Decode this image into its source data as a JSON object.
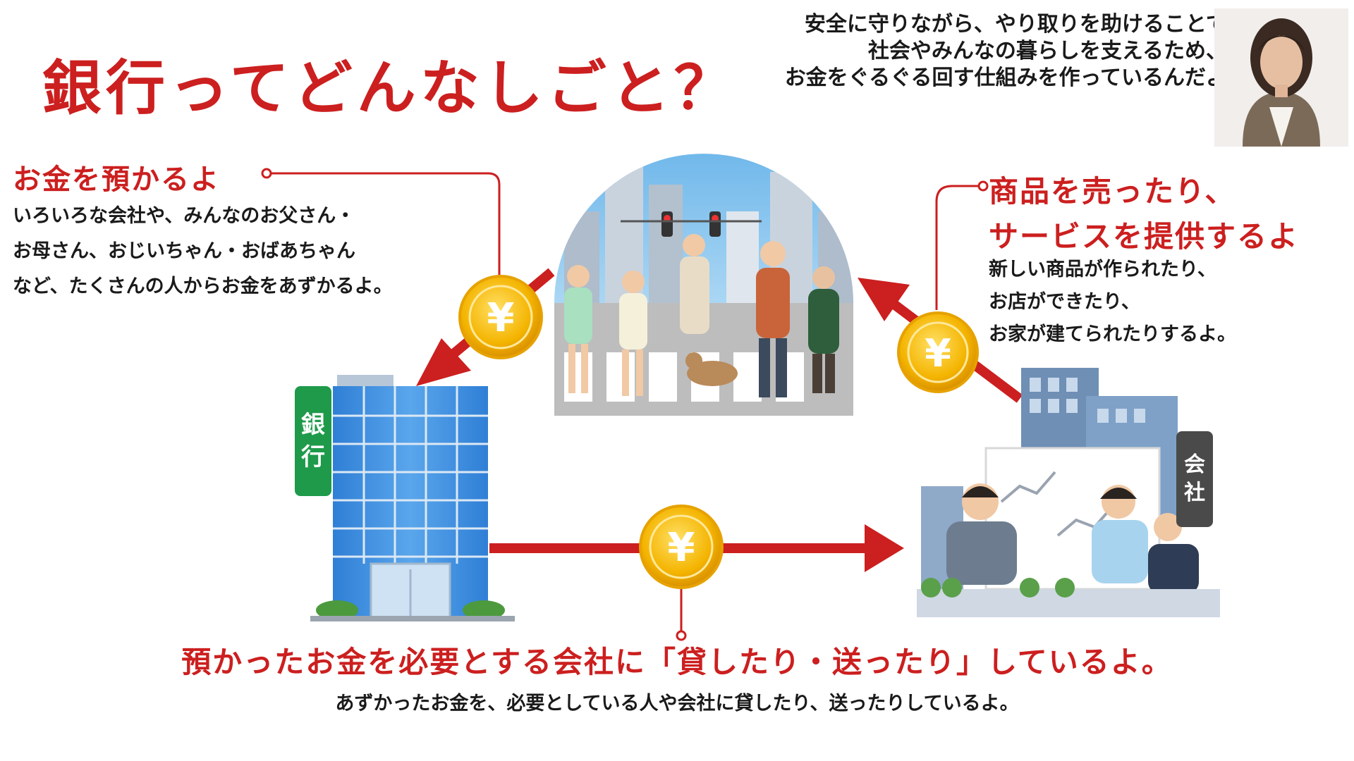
{
  "title": "銀行ってどんなしごと？",
  "speaker": {
    "lines": [
      "安全に守りながら、やり取りを助けることで",
      "社会やみんなの暮らしを支えるため、",
      "お金をぐるぐる回す仕組みを作っているんだよ"
    ]
  },
  "deposit": {
    "heading": "お金を預かるよ",
    "lines": [
      "いろいろな会社や、みんなのお父さん・",
      "お母さん、おじいちゃん・おばあちゃん",
      "など、たくさんの人からお金をあずかるよ。"
    ]
  },
  "sell": {
    "heading_lines": [
      "商品を売ったり、",
      "サービスを提供するよ"
    ],
    "lines": [
      "新しい商品が作られたり、",
      "お店ができたり、",
      "お家が建てられたりするよ。"
    ]
  },
  "lend": {
    "heading": "預かったお金を必要とする会社に「貸したり・送ったり」しているよ。",
    "body": "あずかったお金を、必要としている人や会社に貸したり、送ったりしているよ。"
  },
  "signs": {
    "bank": [
      "銀",
      "行"
    ],
    "company": [
      "会",
      "社"
    ]
  },
  "coin_symbol": "¥",
  "colors": {
    "accent_red": "#cc1f1f",
    "bank_green": "#1e9a4a",
    "coin_gold": "#f4b400"
  },
  "icons": [
    "yen-coin-icon",
    "red-arrow-icon",
    "bank-building-icon",
    "people-crossing-illustration",
    "company-meeting-illustration",
    "presenter-photo"
  ]
}
